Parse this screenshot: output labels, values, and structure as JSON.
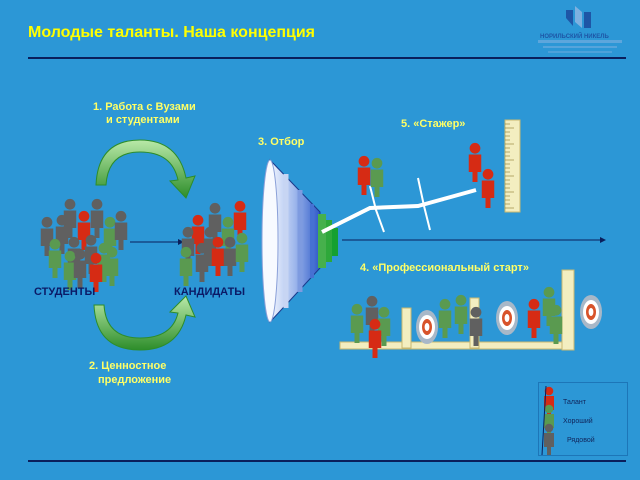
{
  "title": "Молодые таланты. Наша концепция",
  "logo": {
    "name": "НОРИЛЬСКИЙ НИКЕЛЬ",
    "colors": {
      "primary": "#1e56a6",
      "secondary": "#7fb1e0"
    }
  },
  "labels": {
    "students": "СТУДЕНТЫ",
    "candidates": "КАНДИДАТЫ",
    "step1_line1": "1. Работа  с Вузами",
    "step1_line2": "и  студентами",
    "step2_line1": "2. Ценностное",
    "step2_line2": "предложение",
    "step3": "3. Отбор",
    "step4": "4. «Профессиональный старт»",
    "step5": "5. «Стажер»"
  },
  "legend": {
    "talent": "Талант",
    "good": "Хороший",
    "ordinary": "Рядовой"
  },
  "colors": {
    "background": "#2c97d6",
    "title": "#ffff00",
    "talent": "#d62b14",
    "good": "#5a9a50",
    "ordinary": "#606060",
    "rule_line": "#0a1f5c",
    "arrow_green": "#3c9c30",
    "ruler": "#f3eec0"
  }
}
